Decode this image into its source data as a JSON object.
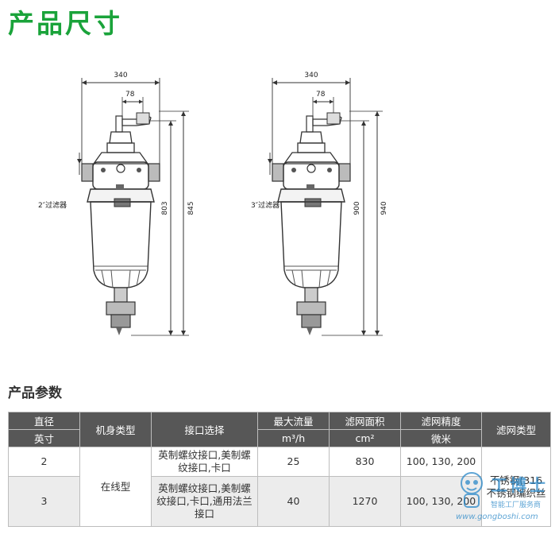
{
  "title": "产品尺寸",
  "params_title": "产品参数",
  "diagram": {
    "left": {
      "width_label": "340",
      "offset_label": "78",
      "height_inner": "803",
      "height_outer": "845",
      "caption": "2″过滤器"
    },
    "right": {
      "width_label": "340",
      "offset_label": "78",
      "height_inner": "900",
      "height_outer": "940",
      "caption": "3″过滤器"
    }
  },
  "table": {
    "headers": {
      "diameter": "直径",
      "diameter_unit": "英寸",
      "body_type": "机身类型",
      "interface": "接口选择",
      "max_flow": "最大流量",
      "max_flow_unit": "m³/h",
      "screen_area": "滤网面积",
      "screen_area_unit": "cm²",
      "precision": "滤网精度",
      "precision_unit": "微米",
      "screen_type": "滤网类型"
    },
    "rows": [
      {
        "diameter": "2",
        "interface": "英制螺纹接口,美制螺纹接口,卡口",
        "flow": "25",
        "area": "830",
        "precision": "100, 130, 200"
      },
      {
        "diameter": "3",
        "interface": "英制螺纹接口,美制螺纹接口,卡口,通用法兰接口",
        "flow": "40",
        "area": "1270",
        "precision": "100, 130, 200"
      }
    ],
    "body_type": "在线型",
    "screen_type": "不锈钢(316 不锈钢编织丝"
  },
  "watermark": {
    "brand": "工博士",
    "sub": "智能工厂服务商",
    "url": "www.gongboshi.com"
  }
}
